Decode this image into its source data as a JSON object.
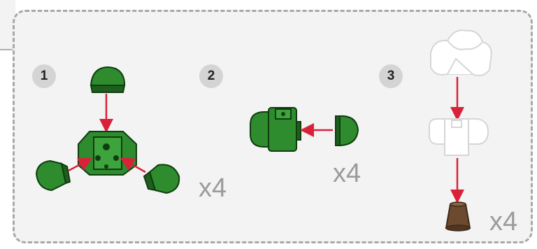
{
  "steps": [
    {
      "number": "1",
      "quantity": "x4"
    },
    {
      "number": "2",
      "quantity": "x4"
    },
    {
      "number": "3",
      "quantity": "x4"
    }
  ],
  "colors": {
    "part_green": "#2e8b2e",
    "part_green_dark": "#1e5f1e",
    "arrow_red": "#d9223a",
    "ghost_outline": "#d6d6d6",
    "foot_brown": "#6b4a2f",
    "panel_bg": "#f3f3f3",
    "panel_border": "#a8a8a8"
  }
}
